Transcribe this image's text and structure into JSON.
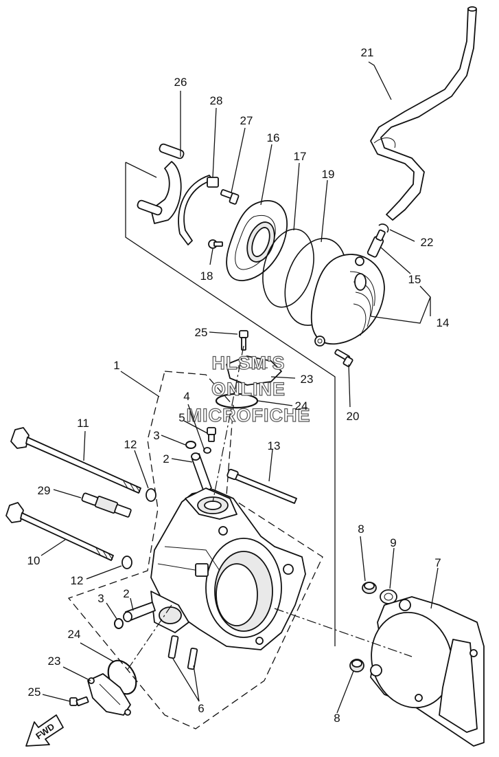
{
  "watermark": {
    "line1": "HLSM'S",
    "line2": "ONLINE",
    "line3": "MICROFICHE"
  },
  "direction_arrow": "FWD",
  "part_numbers": {
    "p1": "1",
    "p2a": "2",
    "p2b": "2",
    "p3a": "3",
    "p3b": "3",
    "p4": "4",
    "p5": "5",
    "p6": "6",
    "p7": "7",
    "p8a": "8",
    "p8b": "8",
    "p9": "9",
    "p10": "10",
    "p11": "11",
    "p12a": "12",
    "p12b": "12",
    "p13": "13",
    "p14": "14",
    "p15": "15",
    "p16": "16",
    "p17": "17",
    "p18": "18",
    "p19": "19",
    "p20": "20",
    "p21": "21",
    "p22": "22",
    "p23a": "23",
    "p23b": "23",
    "p24a": "24",
    "p24b": "24",
    "p25a": "25",
    "p25b": "25",
    "p26": "26",
    "p27": "27",
    "p28": "28",
    "p29": "29"
  }
}
